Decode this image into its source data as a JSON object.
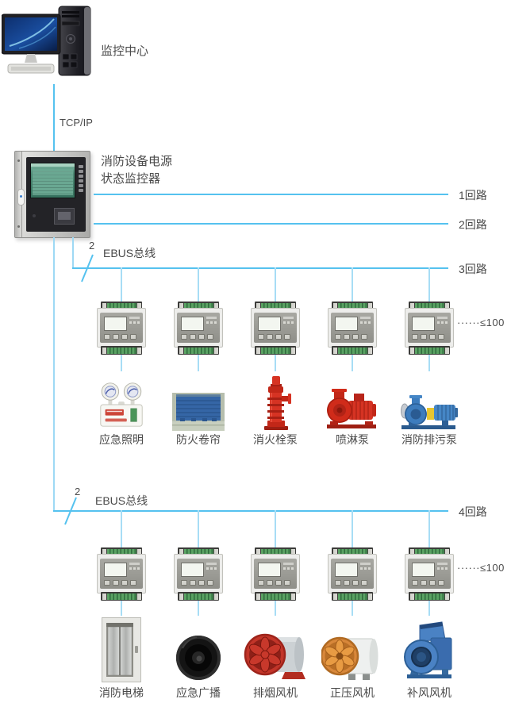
{
  "colors": {
    "bus_line": "#55c2ef",
    "drop_line": "#a7ddf5",
    "text": "#4a4a4a"
  },
  "monitoring_center_label": "监控中心",
  "network_label": "TCP/IP",
  "controller_title": {
    "line1": "消防设备电源",
    "line2": "状态监控器"
  },
  "circuits": [
    "1回路",
    "2回路",
    "3回路",
    "4回路"
  ],
  "bus1": {
    "wire_count": "2",
    "label": "EBUS总线",
    "capacity": "······≤100"
  },
  "bus2": {
    "wire_count": "2",
    "label": "EBUS总线",
    "capacity": "······≤100"
  },
  "row1": {
    "devices": [
      {
        "label": "应急照明"
      },
      {
        "label": "防火卷帘"
      },
      {
        "label": "消火栓泵"
      },
      {
        "label": "喷淋泵"
      },
      {
        "label": "消防排污泵"
      }
    ]
  },
  "row2": {
    "devices": [
      {
        "label": "消防电梯"
      },
      {
        "label": "应急广播"
      },
      {
        "label": "排烟风机"
      },
      {
        "label": "正压风机"
      },
      {
        "label": "补风风机"
      }
    ]
  }
}
